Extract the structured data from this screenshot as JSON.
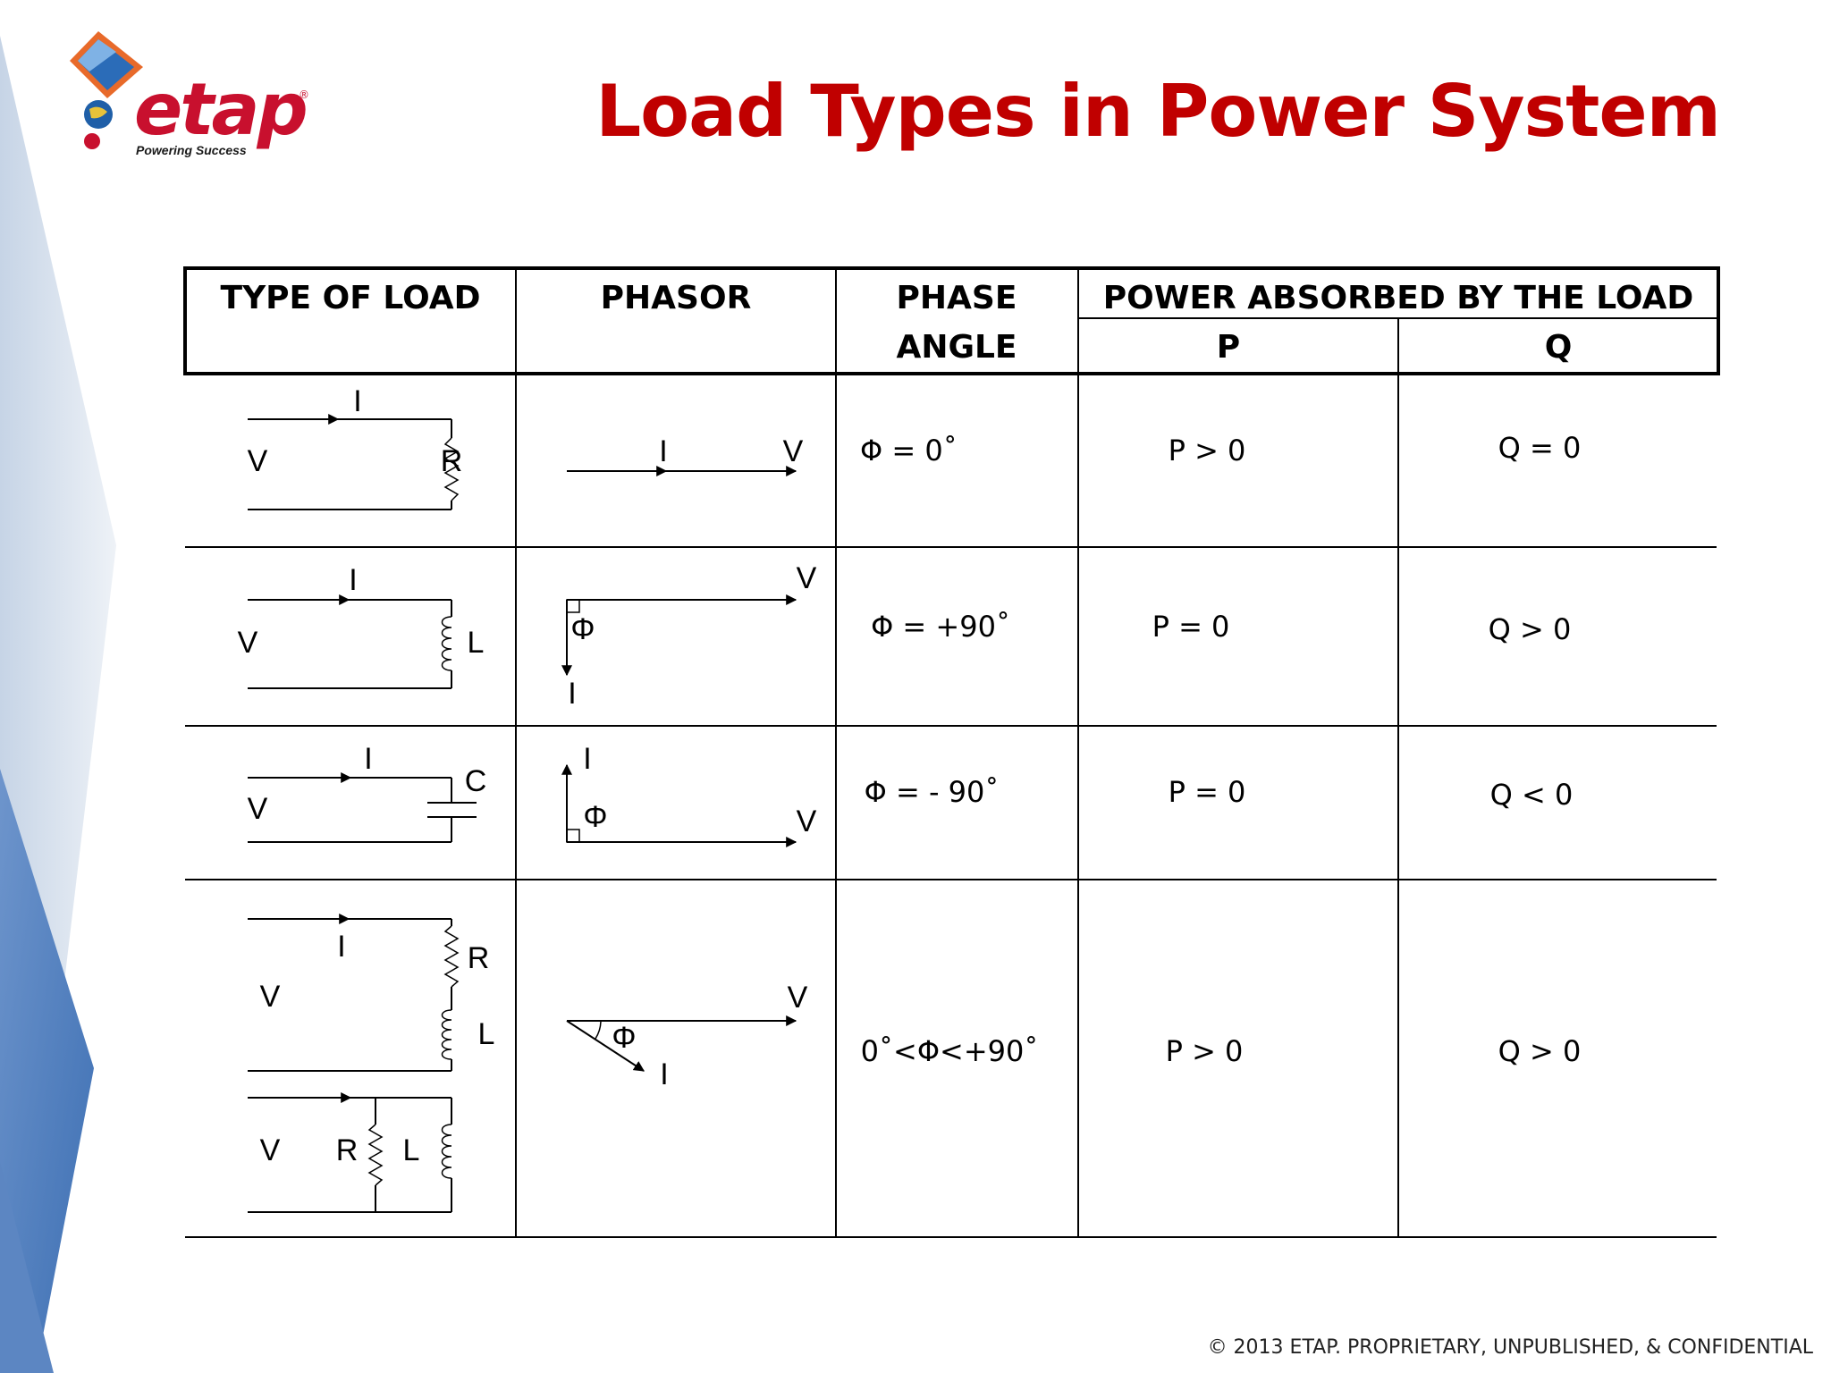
{
  "title": "Load Types in Power System",
  "logo": {
    "brand": "etap",
    "tagline": "Powering Success",
    "registered": "®",
    "icon": "globe-diamond-logo-icon"
  },
  "copyright": "© 2013 ETAP. PROPRIETARY, UNPUBLISHED, & CONFIDENTIAL",
  "colors": {
    "title": "#C00000",
    "logo_red": "#C8102E",
    "accent_blue": "#4F7FC0",
    "light_blue": "#CBD8E8"
  },
  "table": {
    "headers": {
      "type_of_load": "TYPE OF LOAD",
      "phasor": "PHASOR",
      "phase_angle_line1": "PHASE",
      "phase_angle_line2": "ANGLE",
      "power_absorbed": "POWER ABSORBED BY THE LOAD",
      "p": "P",
      "q": "Q"
    },
    "rows": [
      {
        "circuit_labels": {
          "v": "V",
          "i": "I",
          "component": "R"
        },
        "phasor_labels": {
          "i": "I",
          "v": "V"
        },
        "phase_angle": "Φ = 0˚",
        "p": "P > 0",
        "q": "Q = 0"
      },
      {
        "circuit_labels": {
          "v": "V",
          "i": "I",
          "component": "L"
        },
        "phasor_labels": {
          "v": "V",
          "phi": "Φ",
          "i": "I"
        },
        "phase_angle": "Φ = +90˚",
        "p": "P = 0",
        "q": "Q > 0"
      },
      {
        "circuit_labels": {
          "v": "V",
          "i": "I",
          "component": "C"
        },
        "phasor_labels": {
          "i": "I",
          "phi": "Φ",
          "v": "V"
        },
        "phase_angle": "Φ = - 90˚",
        "p": "P = 0",
        "q": "Q < 0"
      },
      {
        "circuit_labels": {
          "series_v": "V",
          "series_i": "I",
          "series_r": "R",
          "series_l": "L",
          "parallel_v": "V",
          "parallel_r": "R",
          "parallel_l": "L"
        },
        "phasor_labels": {
          "v": "V",
          "phi": "Φ",
          "i": "I"
        },
        "phase_angle": "0˚<Φ<+90˚",
        "p": "P > 0",
        "q": "Q > 0"
      }
    ]
  }
}
